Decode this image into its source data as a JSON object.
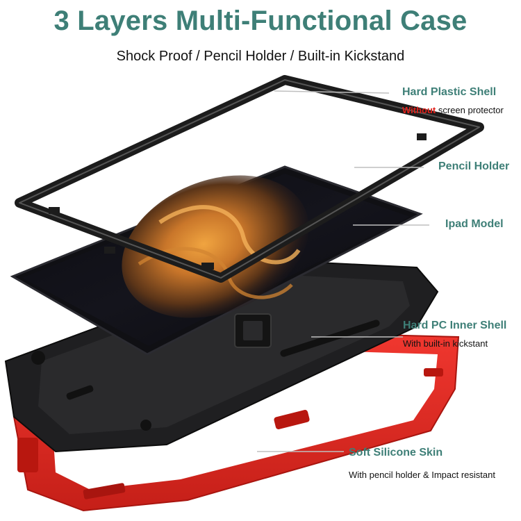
{
  "header": {
    "title": "3 Layers Multi-Functional Case",
    "subtitle": "Shock Proof / Pencil Holder / Built-in Kickstand"
  },
  "layers": [
    {
      "label": "Hard Plastic Shell",
      "note_highlight": "Without",
      "note_rest": " screen protector"
    },
    {
      "label": "Pencil Holder"
    },
    {
      "label": "Ipad Model"
    },
    {
      "label": "Hard PC Inner Shell",
      "note": "With built-in kickstant"
    },
    {
      "label": "Soft Silicone Skin",
      "note": "With pencil holder & Impact resistant"
    }
  ],
  "colors": {
    "heading": "#3e7f77",
    "warning": "#e0201a",
    "silicone": "#e32b24",
    "shell": "#1e1e1e"
  }
}
